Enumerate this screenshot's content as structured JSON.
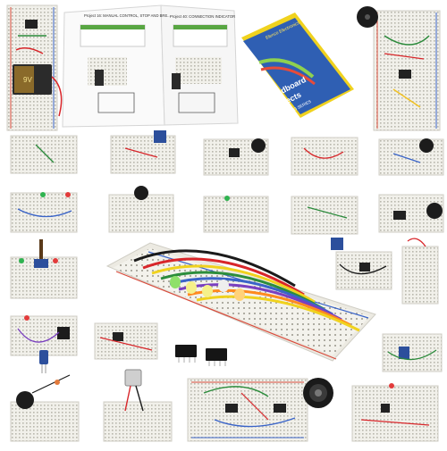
{
  "booklet_left": {
    "left_page_heading": "Project 16: MANUAL CONTROL, STOP AND BRE...",
    "right_page_heading": "Project 40: CONNECTION INDICATOR"
  },
  "booklet_right": {
    "brand": "Elenco Electronics",
    "title_line1": "Breadboard",
    "title_line2": "Projects",
    "subtitle": "LEARNING SERIES"
  },
  "battery_label": "9V",
  "colors": {
    "board": "#f1f0ea",
    "rail_red": "#d94b3c",
    "rail_blue": "#3a64c8",
    "cover_blue": "#2f5fb3",
    "cover_yellow": "#f0d21e",
    "wire_red": "#d8262a",
    "wire_black": "#1b1b1b"
  }
}
